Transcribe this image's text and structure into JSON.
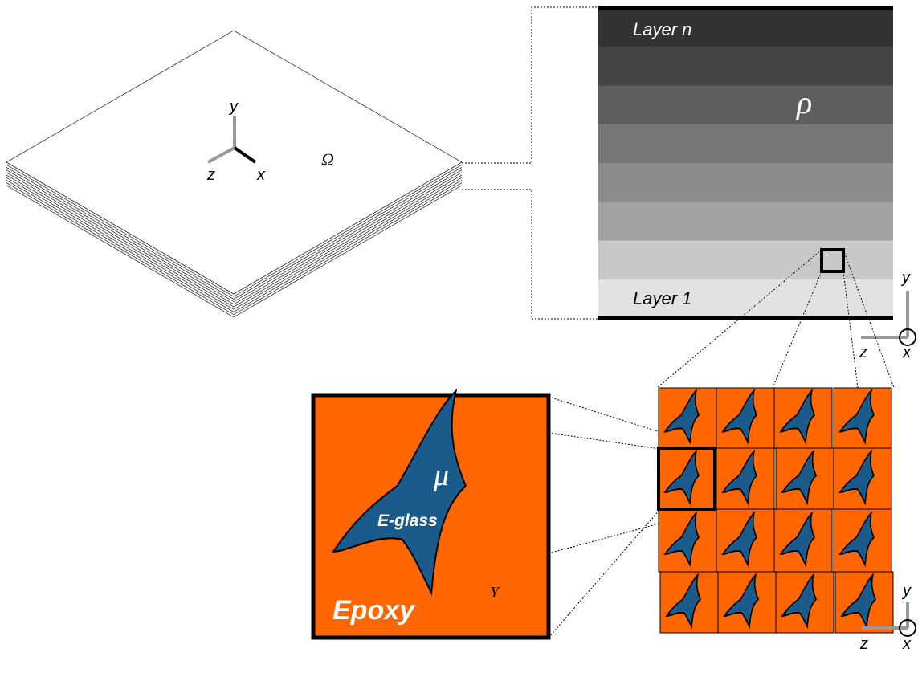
{
  "plate": {
    "domain_label": "Ω",
    "axes": {
      "x": "x",
      "y": "y",
      "z": "z"
    }
  },
  "stack": {
    "top_layer_label": "Layer n",
    "bottom_layer_label": "Layer 1",
    "density_label": "ρ",
    "layer_colors": [
      "#333333",
      "#444444",
      "#5e5e5e",
      "#777777",
      "#8c8c8c",
      "#a2a2a2",
      "#c8c8c8",
      "#e2e2e2"
    ],
    "axes": {
      "y": "y",
      "z": "z",
      "x": "x"
    }
  },
  "cell": {
    "matrix_label": "Epoxy",
    "fiber_label": "E-glass",
    "fiber_property": "μ",
    "cell_label": "Y",
    "matrix_color": "#ff6600",
    "fiber_color": "#1b5b8c"
  },
  "grid": {
    "rows": 4,
    "cols": 4,
    "axes": {
      "y": "y",
      "z": "z",
      "x": "x"
    }
  }
}
